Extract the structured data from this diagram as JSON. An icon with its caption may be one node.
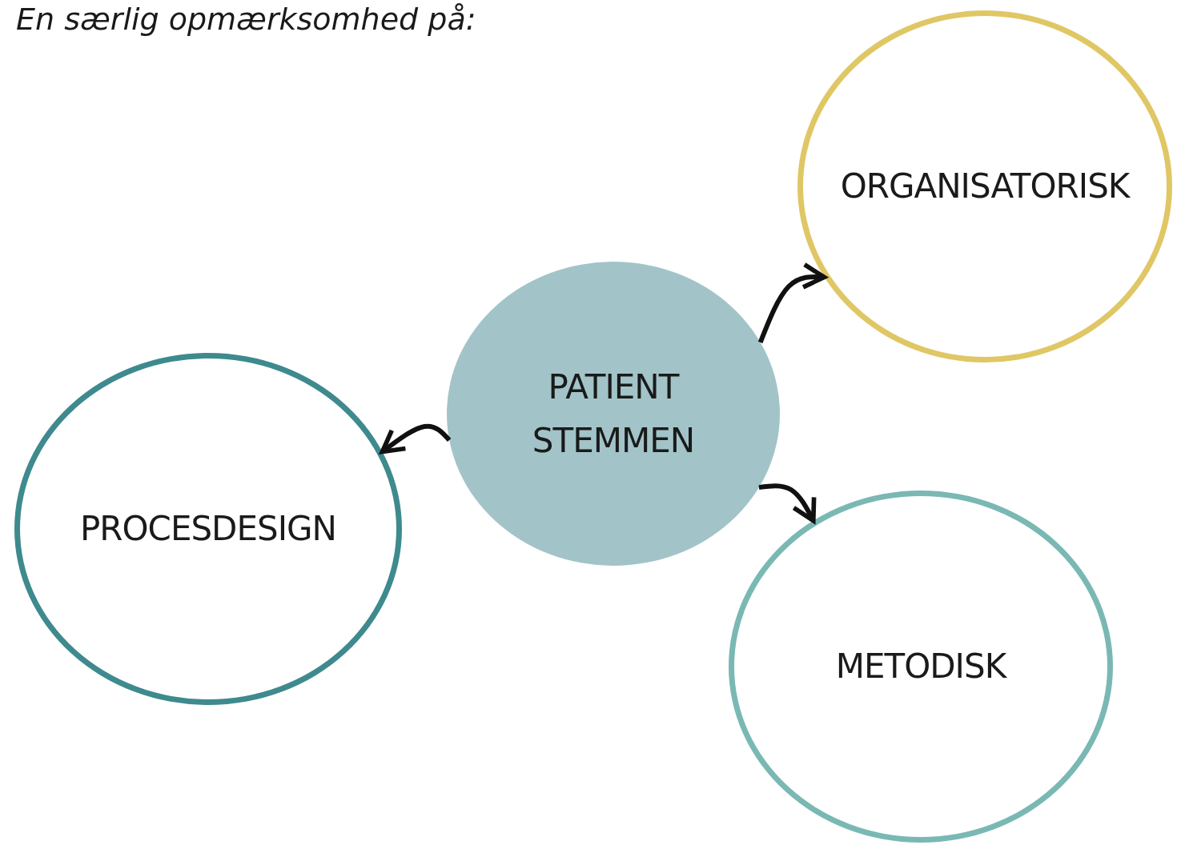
{
  "diagram": {
    "title": "En særlig opmærksomhed på:",
    "nodes": [
      {
        "text": [
          "PATIENT STEMMEN"
        ]
      },
      {
        "text": [
          "ORGANISATORISK"
        ]
      },
      {
        "text": [
          "PROCESDESIGN"
        ]
      },
      {
        "text": [
          "METODISK"
        ]
      }
    ],
    "edges": [
      {
        "from": 0,
        "to": 1,
        "arrow": "to"
      },
      {
        "from": 0,
        "to": 2,
        "arrow": "to"
      },
      {
        "from": 0,
        "to": 3,
        "arrow": "to"
      }
    ]
  }
}
